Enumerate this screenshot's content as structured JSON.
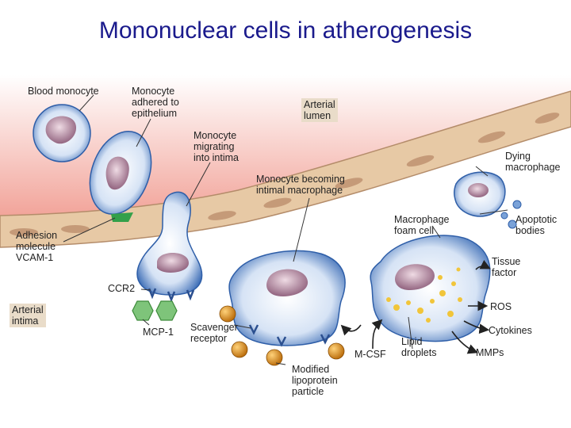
{
  "title": "Mononuclear cells in atherogenesis",
  "labels": {
    "blood_monocyte": "Blood monocyte",
    "monocyte_adhered": "Monocyte\nadhered to\nepithelium",
    "arterial_lumen": "Arterial\nlumen",
    "monocyte_migrating": "Monocyte\nmigrating\ninto intima",
    "dying_macrophage": "Dying\nmacrophage",
    "monocyte_becoming": "Monocyte becoming\nintimal macrophage",
    "macrophage_foam_cell": "Macrophage\nfoam cell",
    "apoptotic_bodies": "Apoptotic\nbodies",
    "adhesion_molecule": "Adhesion\nmolecule\nVCAM-1",
    "tissue_factor": "Tissue\nfactor",
    "ccr2": "CCR2",
    "arterial_intima": "Arterial\nintima",
    "ros": "ROS",
    "mcp1": "MCP-1",
    "scavenger_receptor": "Scavenger\nreceptor",
    "cytokines": "Cytokines",
    "lipid_droplets": "Lipid\ndroplets",
    "mmps": "MMPs",
    "m_csf": "M-CSF",
    "modified_lipoprotein": "Modified\nlipoprotein\nparticle"
  }
}
